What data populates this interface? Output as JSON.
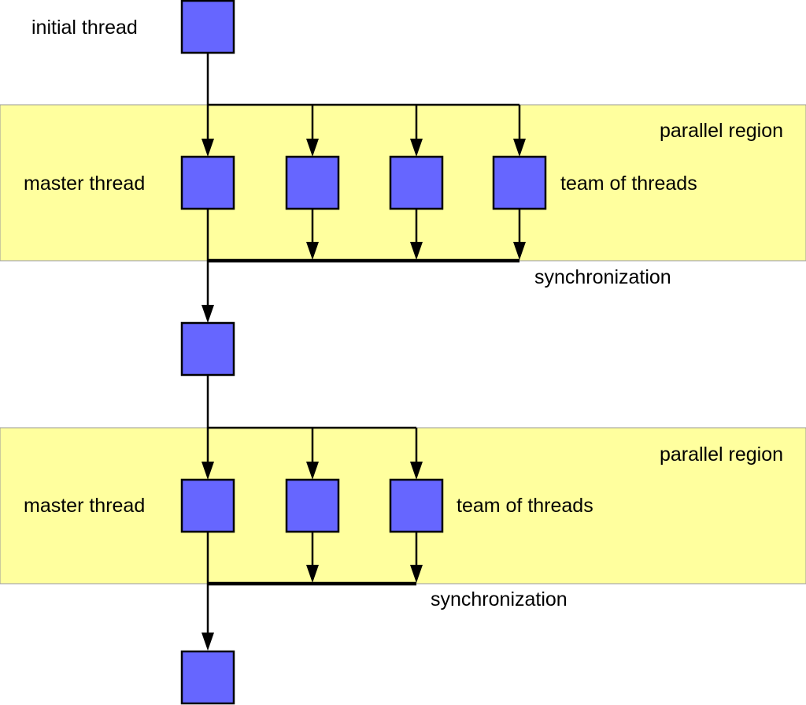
{
  "colors": {
    "region_fill": "#ffff9e",
    "thread_fill": "#6666ff",
    "line": "#000000"
  },
  "initial_label": "initial thread",
  "regions": [
    {
      "region_label": "parallel region",
      "master_label": "master thread",
      "team_label": "team of threads",
      "sync_label": "synchronization",
      "thread_count": 4
    },
    {
      "region_label": "parallel region",
      "master_label": "master thread",
      "team_label": "team of threads",
      "sync_label": "synchronization",
      "thread_count": 3
    }
  ]
}
